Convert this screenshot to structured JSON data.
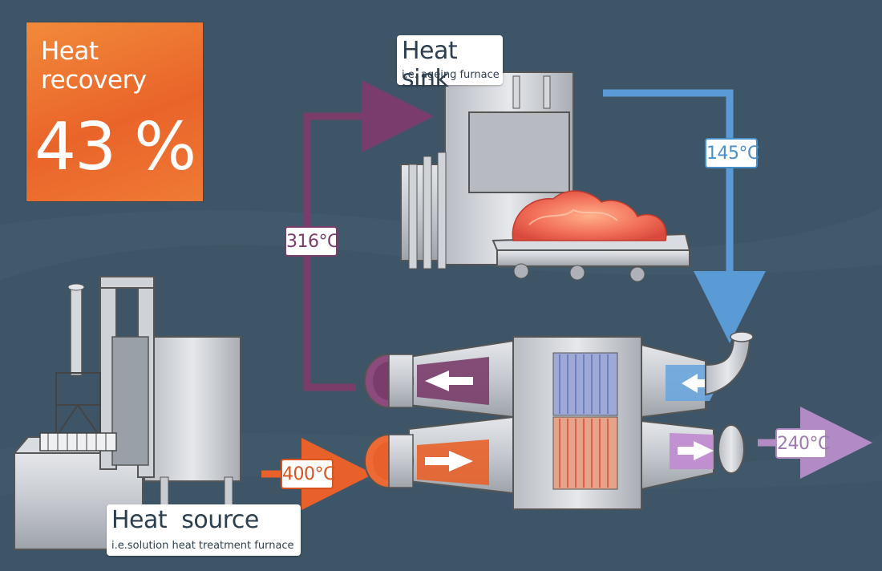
{
  "recovery": {
    "title": "Heat recovery",
    "value": "43 %",
    "color": "#ef7030"
  },
  "sink": {
    "title": "Heat sink",
    "subtitle": "i.e. ageing furnace"
  },
  "source": {
    "title": "Heat  source",
    "subtitle": "i.e.solution heat treatment furnace"
  },
  "temperatures": {
    "t316": "316°C",
    "t145": "145°C",
    "t400": "400°C",
    "t240": "240°C"
  },
  "colors": {
    "background": "#3d5566",
    "purple_flow": "#7a3d6b",
    "blue_flow": "#5b9bd5",
    "orange_flow": "#e8602a",
    "lilac_flow": "#b28ac4",
    "metal": "#c8cbd0"
  },
  "icons": {
    "exchanger": "heat-exchanger-icon",
    "sink_furnace": "ageing-furnace-icon",
    "source_furnace": "solution-furnace-icon",
    "hot_load": "hot-load-icon"
  }
}
